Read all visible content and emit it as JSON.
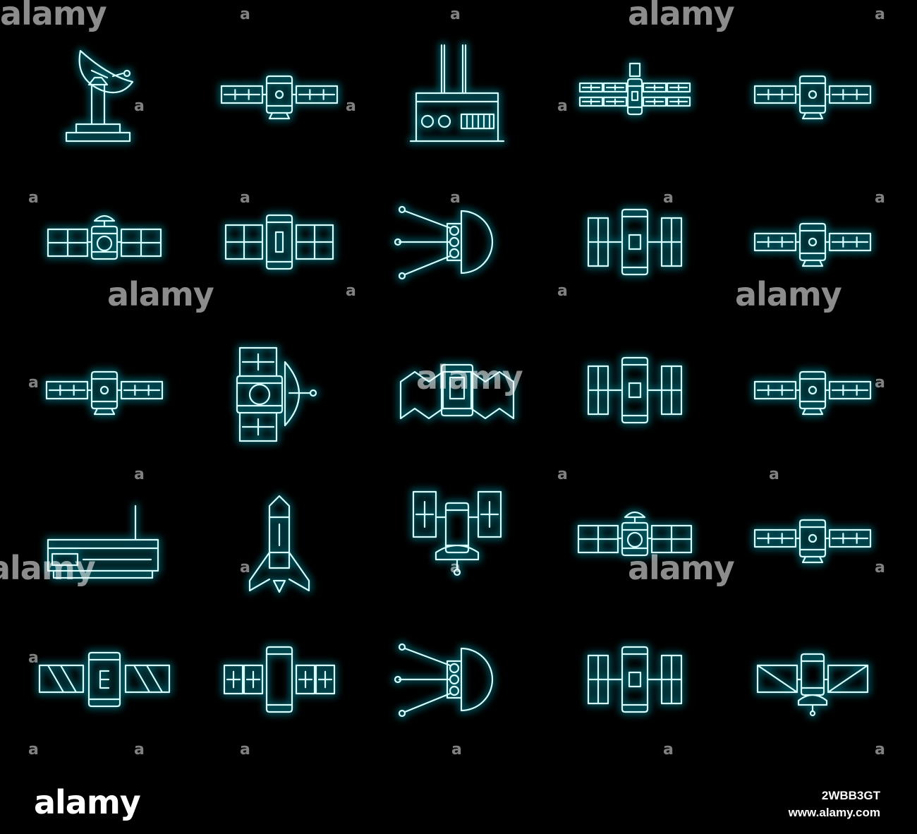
{
  "watermark": {
    "text": "alamy",
    "small_mark": "a",
    "color": "#ffffff"
  },
  "icons": {
    "stroke_color": "#d8ffff",
    "glow_color": "#00e5ff",
    "rows": [
      [
        "satellite-dish-antenna-icon",
        "satellite-icon",
        "ground-station-icon",
        "satellite-double-panels-icon",
        "satellite-icon"
      ],
      [
        "satellite-dish-icon",
        "satellite-square-panels-icon",
        "sputnik-icon",
        "space-station-icon",
        "satellite-icon"
      ],
      [
        "satellite-icon",
        "satellite-dish-module-icon",
        "folded-panel-satellite-icon",
        "space-station-icon",
        "satellite-icon"
      ],
      [
        "router-icon",
        "rocket-icon",
        "hubble-telescope-icon",
        "satellite-dish-icon",
        "satellite-icon"
      ],
      [
        "satellite-striped-panels-icon",
        "satellite-quad-panels-icon",
        "sputnik-icon",
        "space-station-icon",
        "satellite-diagonal-panels-icon"
      ]
    ]
  },
  "footer": {
    "logo": "alamy",
    "image_id": "2WBB3GT",
    "url": "www.alamy.com",
    "background": "#000000"
  }
}
